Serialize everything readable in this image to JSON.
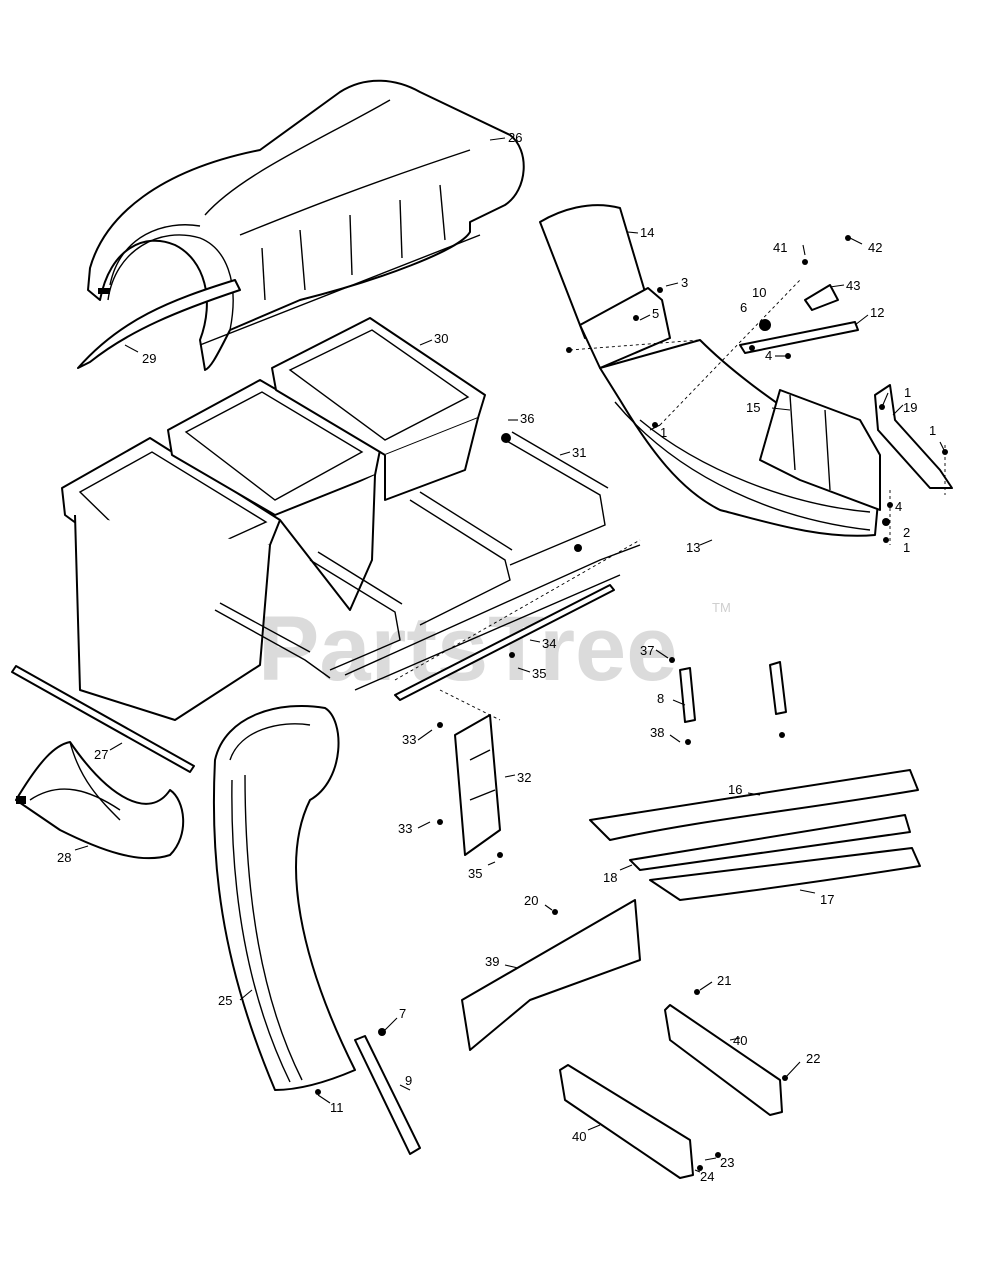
{
  "watermark": {
    "text": "PartsTree",
    "trademark": "TM"
  },
  "callouts": [
    "1",
    "1",
    "1",
    "1",
    "2",
    "3",
    "4",
    "4",
    "5",
    "6",
    "7",
    "8",
    "9",
    "10",
    "11",
    "12",
    "13",
    "14",
    "15",
    "16",
    "17",
    "18",
    "19",
    "20",
    "21",
    "22",
    "23",
    "24",
    "25",
    "26",
    "27",
    "28",
    "29",
    "30",
    "31",
    "32",
    "33",
    "33",
    "34",
    "35",
    "35",
    "36",
    "37",
    "38",
    "39",
    "40",
    "40",
    "41",
    "42",
    "43"
  ]
}
